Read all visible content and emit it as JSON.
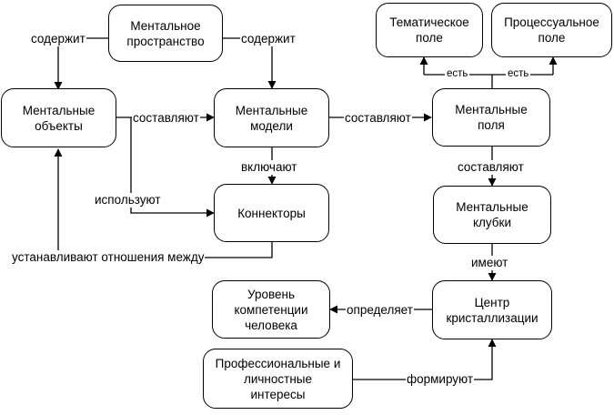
{
  "nodes": {
    "mental_space": "Ментальное\nпространство",
    "mental_objects": "Ментальные\nобъекты",
    "mental_models": "Ментальные\nмодели",
    "connectors": "Коннекторы",
    "thematic_field": "Тематическое\nполе",
    "process_field": "Процессуальное\nполе",
    "mental_fields": "Ментальные\nполя",
    "mental_tangles": "Ментальные\nклубки",
    "crystallization_center": "Центр\nкристаллизации",
    "competence_level": "Уровень\nкомпетенции\nчеловека",
    "interests": "Профессиональные и\nличностные\nинтересы"
  },
  "edges": {
    "contains_1": "содержит",
    "contains_2": "содержит",
    "compose_1": "составляют",
    "compose_2": "составляют",
    "compose_3": "составляют",
    "include": "включают",
    "use": "используют",
    "establish_relations": "устанавливают отношения между",
    "is_1": "есть",
    "is_2": "есть",
    "have": "имеют",
    "determines": "определяет",
    "form": "формируют"
  }
}
